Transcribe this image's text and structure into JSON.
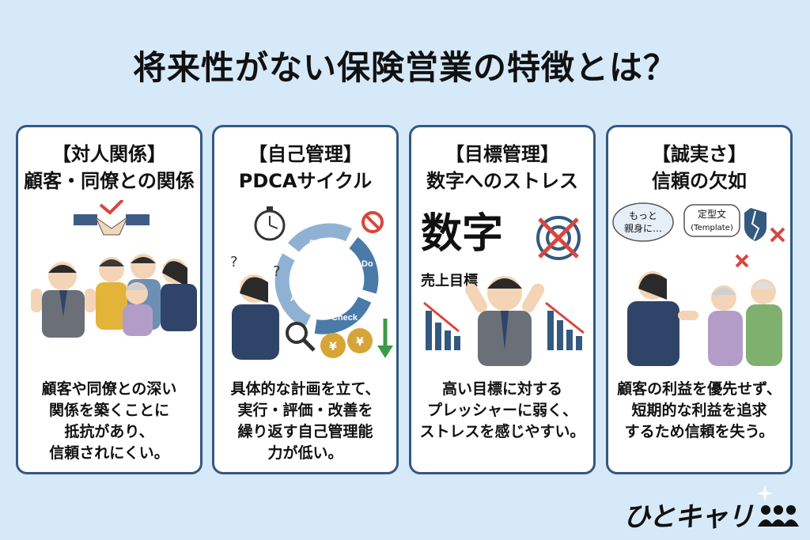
{
  "title": "将来性がない保険営業の特徴とは？",
  "cards": [
    {
      "category": "【対人関係】",
      "heading": "顧客・同僚との関係",
      "body": [
        "顧客や同僚との深い",
        "関係を築くことに",
        "抵抗があり、",
        "信頼されにくい。"
      ]
    },
    {
      "category": "【自己管理】",
      "heading": "PDCAサイクル",
      "cycle": [
        "Plan",
        "Do",
        "Check",
        "Act"
      ],
      "yen": "¥",
      "body": [
        "具体的な計画を立て、",
        "実行・評価・改善を",
        "繰り返す自己管理能",
        "力が低い。"
      ]
    },
    {
      "category": "【目標管理】",
      "heading": "数字へのストレス",
      "big_text": "数字",
      "sales_text": "売上目標",
      "body": [
        "高い目標に対する",
        "プレッシャーに弱く、",
        "ストレスを感じやすい。"
      ]
    },
    {
      "category": "【誠実さ】",
      "heading": "信頼の欠如",
      "bubble1": [
        "もっと",
        "親身に…"
      ],
      "bubble2": [
        "定型文",
        "(Template)"
      ],
      "body": [
        "顧客の利益を優先せず、",
        "短期的な利益を追求",
        "するため信頼を失う。"
      ]
    }
  ],
  "logo": "ひとキャリ",
  "colors": {
    "background": "#d6e9f8",
    "border": "#34597f",
    "accent_red": "#d9463c",
    "cycle_blue": "#4a7aa8"
  }
}
